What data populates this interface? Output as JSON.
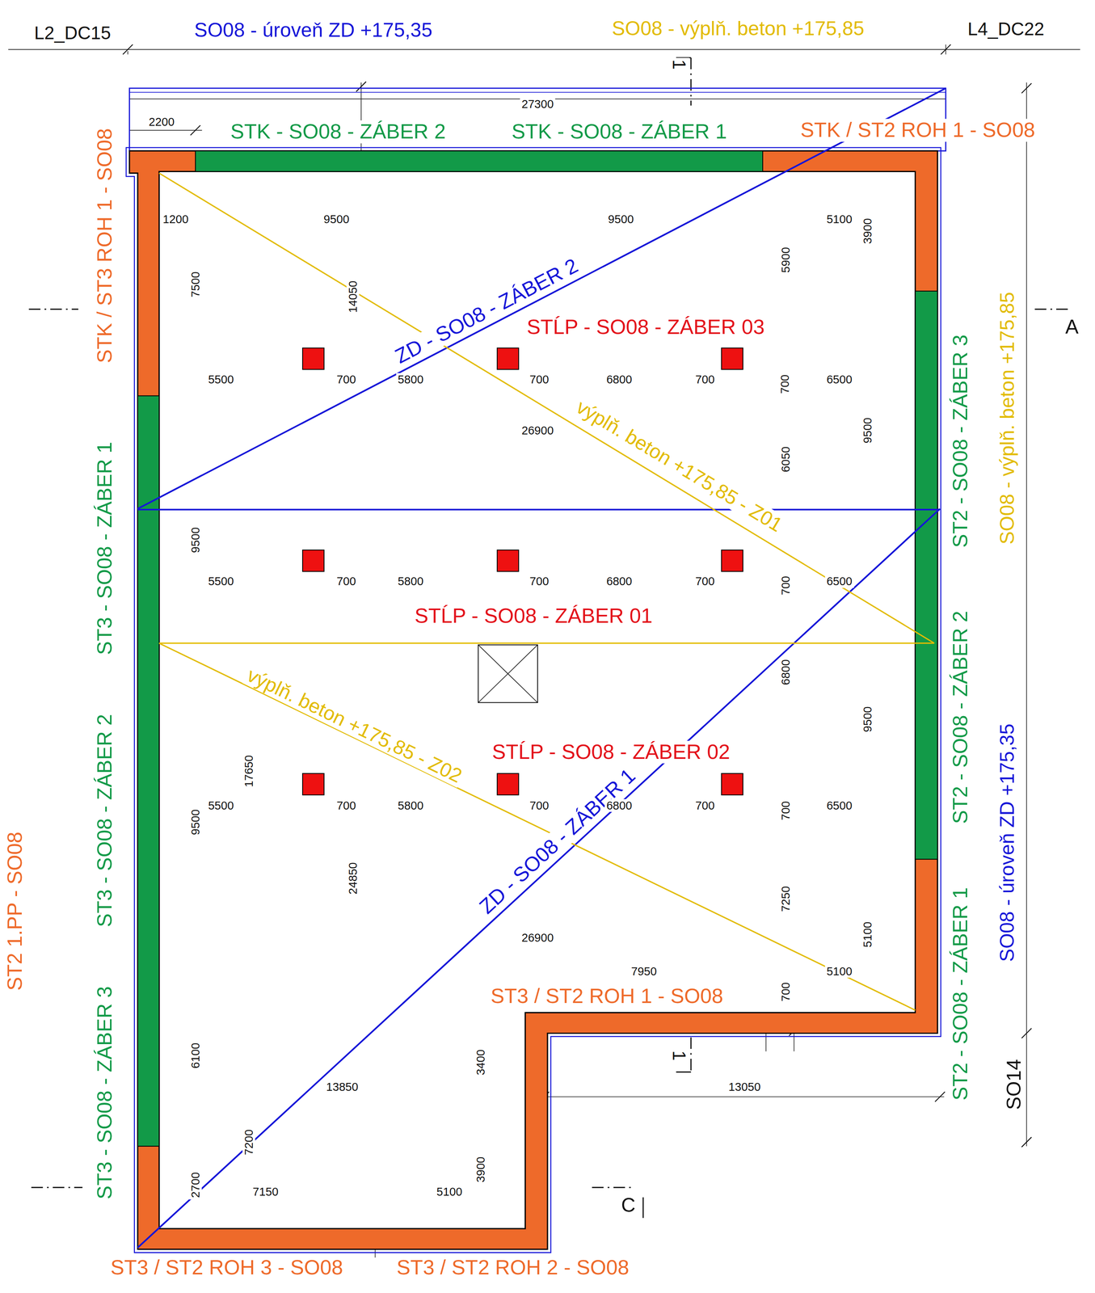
{
  "diagram": {
    "labels": [
      "L2_DC15",
      "SO08 - úroveň ZD +175,35",
      "SO08 - výplň. beton +175,85",
      "L4_DC22",
      "27300",
      "2200",
      "STK - SO08 - ZÁBER 2",
      "STK - SO08 - ZÁBER 1",
      "STK / ST2 ROH 1 - SO08",
      "STK / ST3 ROH 1 - SO08",
      "1200",
      "9500",
      "9500",
      "5100",
      "3900",
      "7500",
      "14050",
      "5900",
      "ZD - SO08 - ZÁBER 2",
      "STĹP - SO08 - ZÁBER 03",
      "A",
      "5500",
      "700",
      "5800",
      "700",
      "6800",
      "700",
      "700",
      "6500",
      "26900",
      "9500",
      "6050",
      "výplň. beton +175,85 - Z01",
      "9500",
      "5500",
      "700",
      "5800",
      "700",
      "6800",
      "700",
      "700",
      "6500",
      "STĹP - SO08 - ZÁBER 01",
      "výplň. beton +175,85 - Z02",
      "6800",
      "9500",
      "STĹP - SO08 - ZÁBER 02",
      "17650",
      "ZD - SO08 - ZÁBER 1",
      "5500",
      "700",
      "5800",
      "700",
      "6800",
      "700",
      "700",
      "6500",
      "9500",
      "24850",
      "7250",
      "5100",
      "26900",
      "7950",
      "5100",
      "700",
      "ST3 / ST2 ROH 1 - SO08",
      "6100",
      "3400",
      "13850",
      "13050",
      "7200",
      "3900",
      "2700",
      "7150",
      "5100",
      "C",
      "1",
      "1",
      "ST3 / ST2 ROH 3 - SO08",
      "ST3 / ST2 ROH 2 - SO08",
      "ST3 - SO08 - ZÁBER 1",
      "ST3 - SO08 - ZÁBER 2",
      "ST3 - SO08 - ZÁBER 3",
      "ST2 1.PP - SO08",
      "ST2 - SO08 - ZÁBER 3",
      "ST2 - SO08 - ZÁBER 2",
      "ST2 - SO08 - ZÁBER 1",
      "SO08 - výplň. beton +175,85",
      "SO08 - úroveň ZD +175,35",
      "SO14"
    ]
  }
}
